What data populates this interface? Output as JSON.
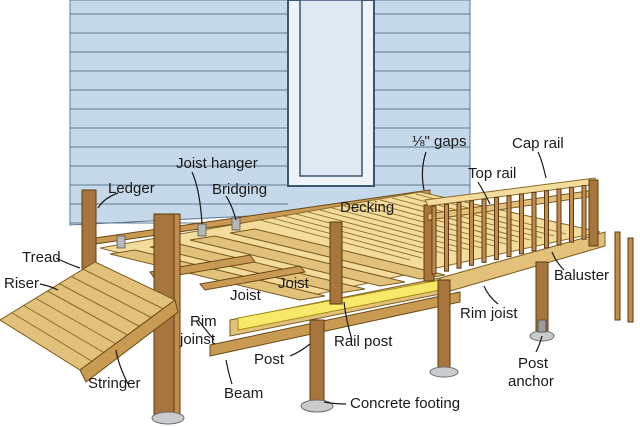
{
  "labels": {
    "ledger": "Ledger",
    "joist_hanger": "Joist hanger",
    "bridging": "Bridging",
    "gaps": "⅛\" gaps",
    "cap_rail": "Cap rail",
    "top_rail": "Top rail",
    "decking": "Decking",
    "tread": "Tread",
    "riser": "Riser",
    "joist_left": "Joist",
    "joist_right": "Joist",
    "baluster": "Baluster",
    "rim_joist": "Rim joist",
    "rim_joinst": "Rim\njoinst",
    "rail_post": "Rail post",
    "post": "Post",
    "post_anchor": "Post\nanchor",
    "stringer": "Stringer",
    "beam": "Beam",
    "concrete_footing": "Concrete footing"
  },
  "colors": {
    "siding": "#c6d9ea",
    "siding_line": "#5e7790",
    "wood": "#f3dc9c",
    "post": "#a8753d",
    "concrete": "#c9cbcc",
    "highlight": "#f7ea6a"
  }
}
